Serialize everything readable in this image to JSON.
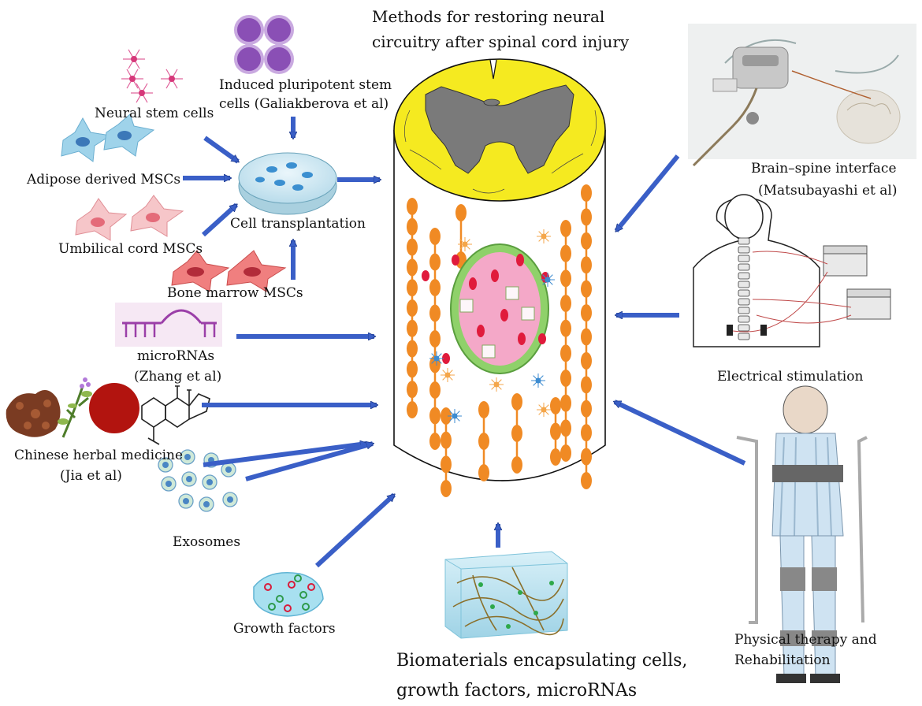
{
  "title": {
    "line1": "Methods for restoring neural",
    "line2": "circuitry after spinal cord injury"
  },
  "labels": {
    "neural_stem_cells": "Neural stem cells",
    "ipsc_line1": "Induced pluripotent  stem",
    "ipsc_line2": "cells (Galiakberova et al)",
    "adipose": "Adipose derived MSCs",
    "cell_transplantation": "Cell transplantation",
    "umbilical": "Umbilical cord MSCs",
    "bone_marrow": "Bone marrow MSCs",
    "micrornas": "microRNAs",
    "micrornas_ref": "(Zhang et al)",
    "chinese_herbal": "Chinese herbal medicine",
    "chinese_herbal_ref": "(Jia et al)",
    "exosomes": "Exosomes",
    "growth_factors": "Growth factors",
    "biomaterials_line1": "Biomaterials encapsulating cells,",
    "biomaterials_line2": "growth factors, microRNAs",
    "brain_spine": "Brain–spine interface",
    "brain_spine_ref": "(Matsubayashi et al)",
    "electrical": "Electrical stimulation",
    "physical_line1": "Physical therapy and",
    "physical_line2": "Rehabilitation"
  },
  "colors": {
    "arrow": "#3a5fc7",
    "arrow_outline": "#1f3a8a",
    "spinal_yellow": "#f5ea20",
    "gray_matter": "#7a7a7a",
    "axon_orange": "#f08a24",
    "lesion_pink": "#f4a8c8",
    "lesion_green": "#8fd16a",
    "ipsc_purple": "#8a4fb5"
  }
}
